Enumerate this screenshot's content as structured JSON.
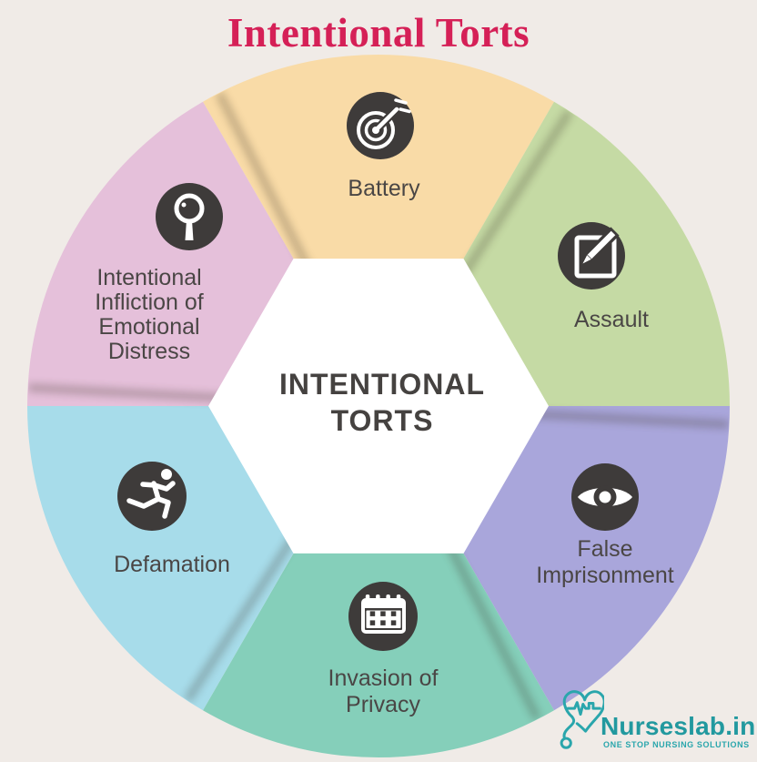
{
  "background_color": "#f0ebe7",
  "title": {
    "text": "Intentional Torts",
    "color": "#d52057"
  },
  "wheel": {
    "center_label": "INTENTIONAL\nTORTS",
    "hexagon_color": "#ffffff",
    "icon_circle_color": "#3e3b3a",
    "label_color": "#4a4645",
    "segments": [
      {
        "label": "Battery",
        "color": "#f9dba7",
        "icon": "dartboard-target-icon"
      },
      {
        "label": "Assault",
        "color": "#c5daa4",
        "icon": "edit-pencil-icon"
      },
      {
        "label": "False\nImprisonment",
        "color": "#a9a6db",
        "icon": "eye-icon"
      },
      {
        "label": "Invasion of\nPrivacy",
        "color": "#85cfba",
        "icon": "calendar-icon"
      },
      {
        "label": "Defamation",
        "color": "#a7dcea",
        "icon": "running-person-icon"
      },
      {
        "label": "Intentional\nInfliction of\nEmotional\nDistress",
        "color": "#e5c0da",
        "icon": "magnifying-glass-icon"
      }
    ]
  },
  "logo": {
    "name": "Nurseslab.in",
    "tagline": "ONE STOP NURSING SOLUTIONS",
    "color": "#2aa6ac",
    "icon": "heart-ecg-stethoscope-icon"
  }
}
